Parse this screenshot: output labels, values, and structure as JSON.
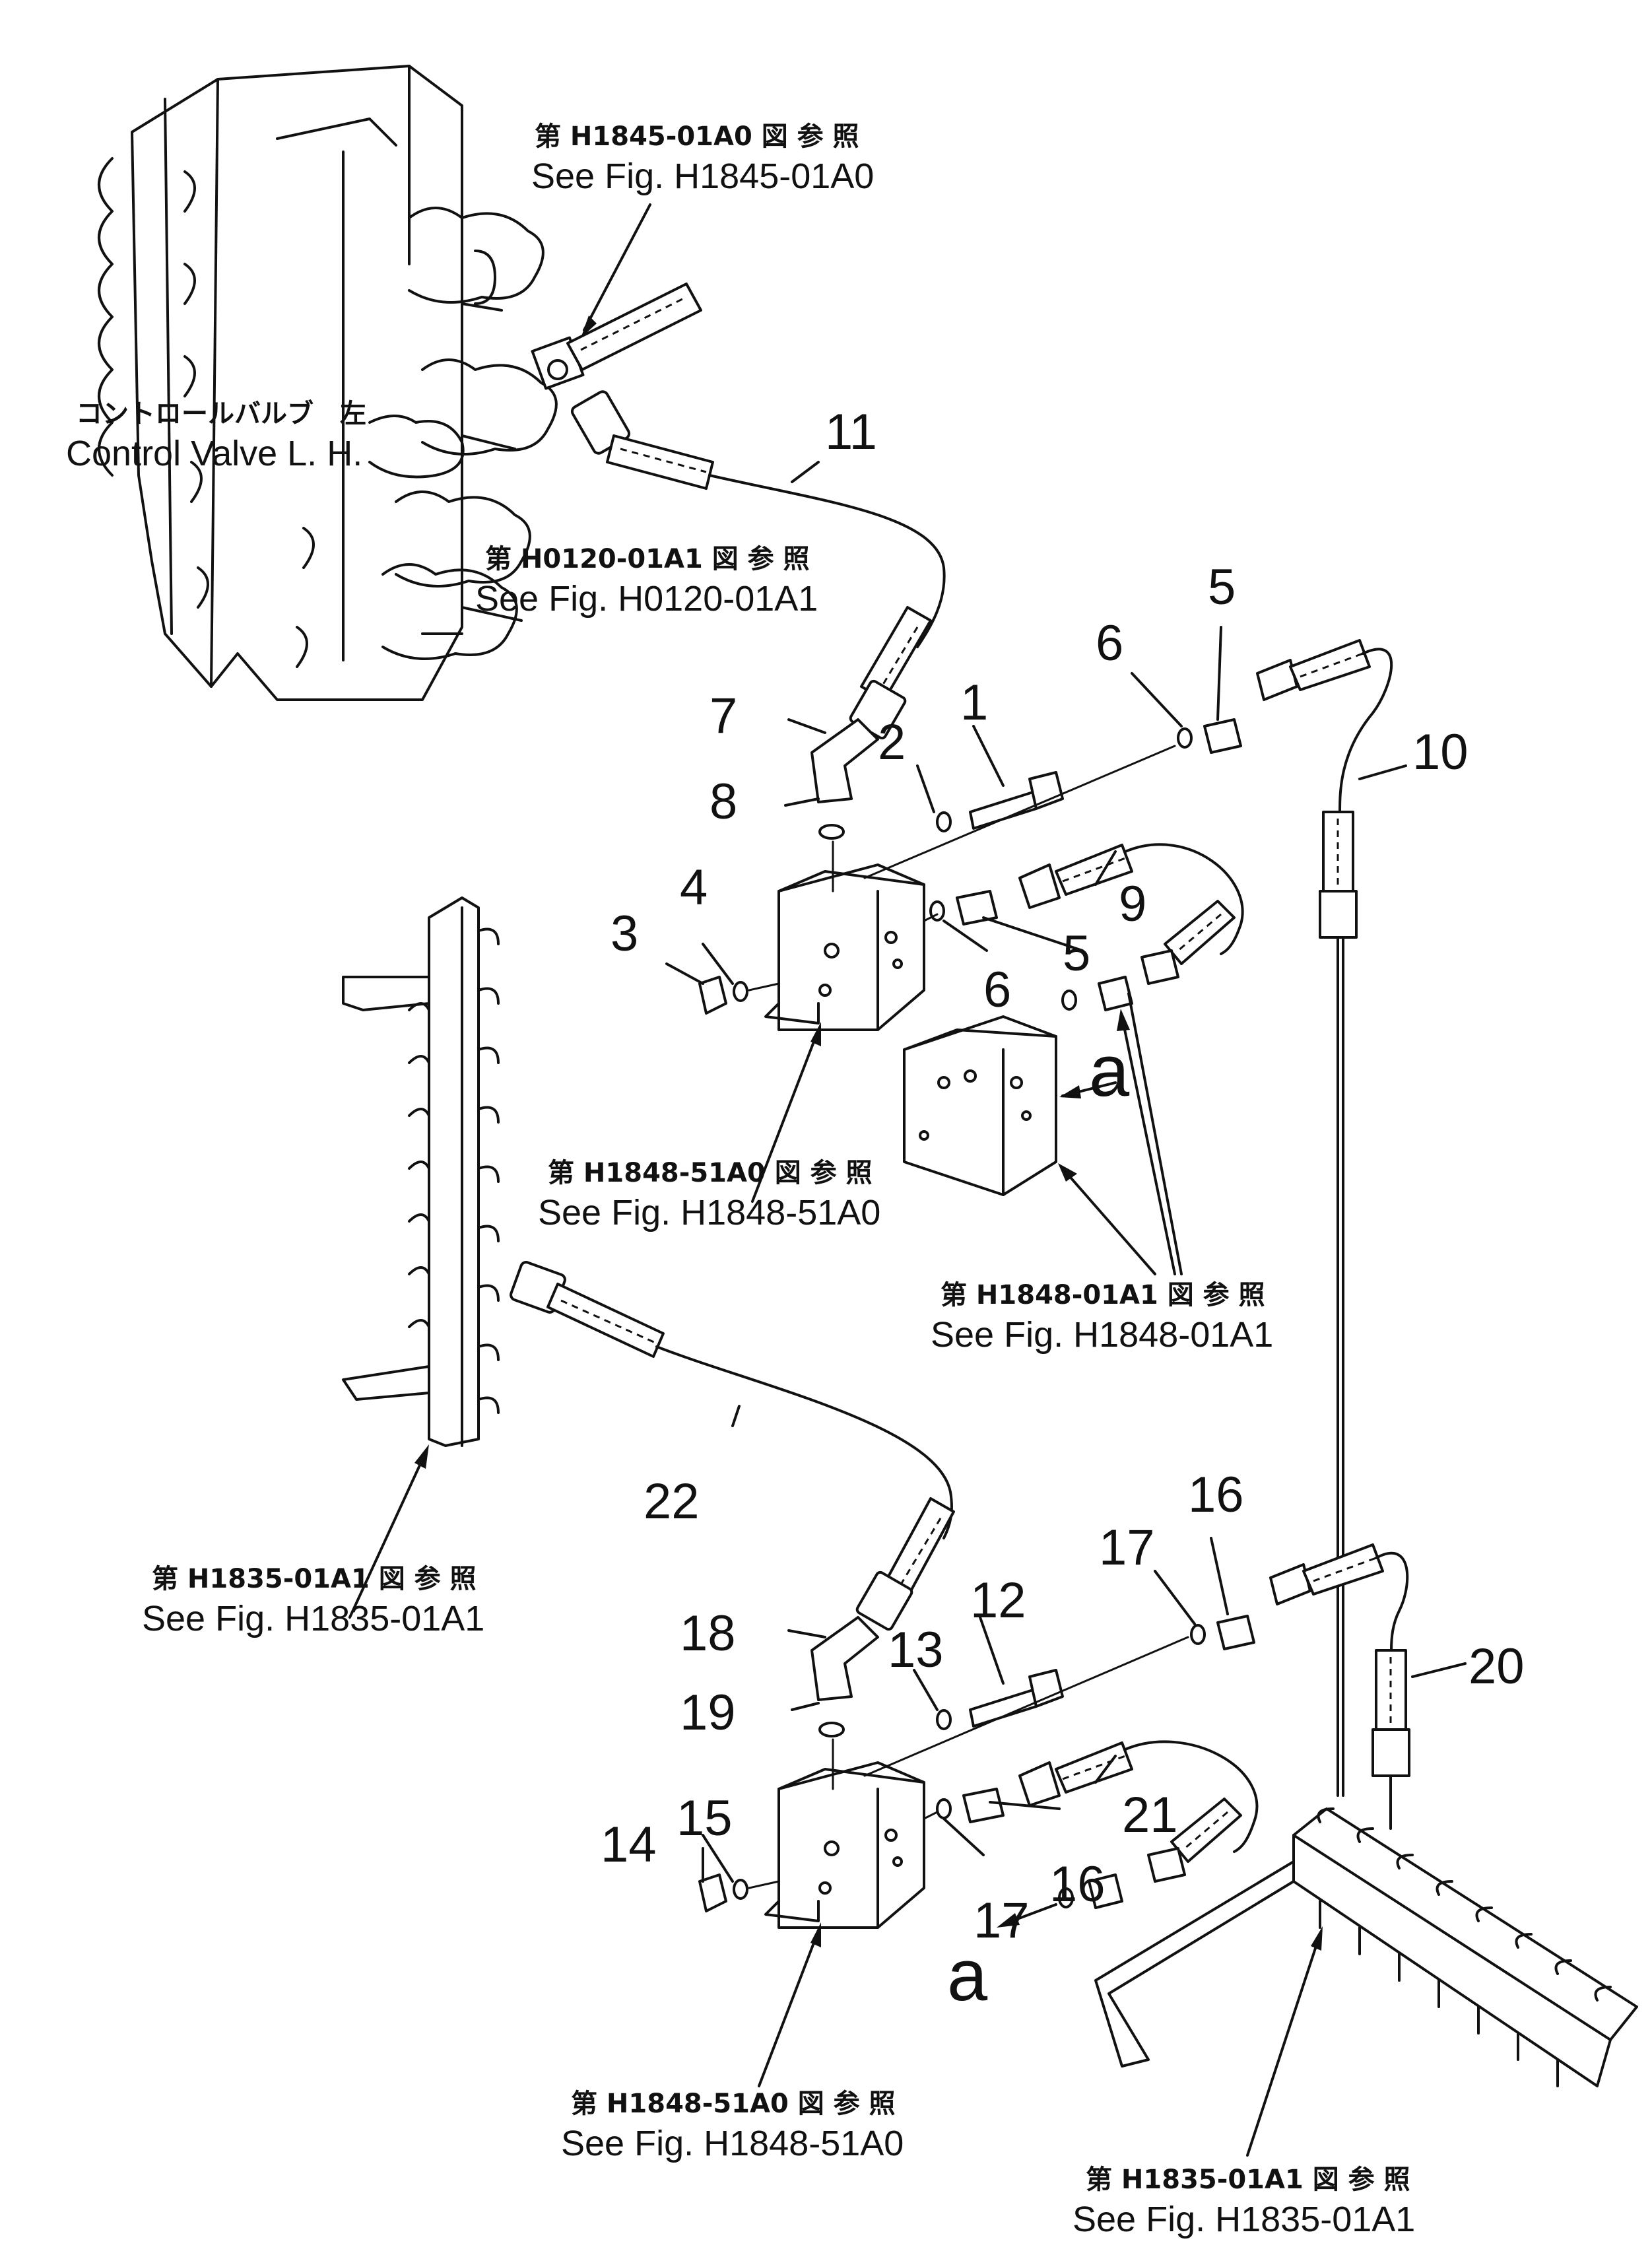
{
  "parts": {
    "p1": "1",
    "p2": "2",
    "p3": "3",
    "p4": "4",
    "p5a": "5",
    "p5b": "5",
    "p6a": "6",
    "p6b": "6",
    "p7": "7",
    "p8": "8",
    "p9": "9",
    "p10": "10",
    "p11": "11",
    "p12": "12",
    "p13": "13",
    "p14": "14",
    "p15": "15",
    "p16a": "16",
    "p16b": "16",
    "p17a": "17",
    "p17b": "17",
    "p18": "18",
    "p19": "19",
    "p20": "20",
    "p21": "21",
    "p22": "22"
  },
  "callouts": {
    "a_upper": "a",
    "a_lower": "a"
  },
  "refs": {
    "h1845_jp": "第 H1845-01A0 図 参 照",
    "h1845_en": "See Fig. H1845-01A0",
    "control_valve_jp": "コントロールバルブ　左",
    "control_valve_en": "Control  Valve  L. H.",
    "h0120_jp": "第 H0120-01A1 図 参 照",
    "h0120_en": "See Fig. H0120-01A1",
    "h1848_51_upper_jp": "第 H1848-51A0 図 参 照",
    "h1848_51_upper_en": "See Fig. H1848-51A0",
    "h1848_01_jp": "第 H1848-01A1 図 参 照",
    "h1848_01_en": "See Fig. H1848-01A1",
    "h1835_left_jp": "第 H1835-01A1 図 参 照",
    "h1835_left_en": "See Fig. H1835-01A1",
    "h1848_51_lower_jp": "第 H1848-51A0 図 参 照",
    "h1848_51_lower_en": "See Fig. H1848-51A0",
    "h1835_right_jp": "第 H1835-01A1 図 参 照",
    "h1835_right_en": "See Fig. H1835-01A1"
  }
}
